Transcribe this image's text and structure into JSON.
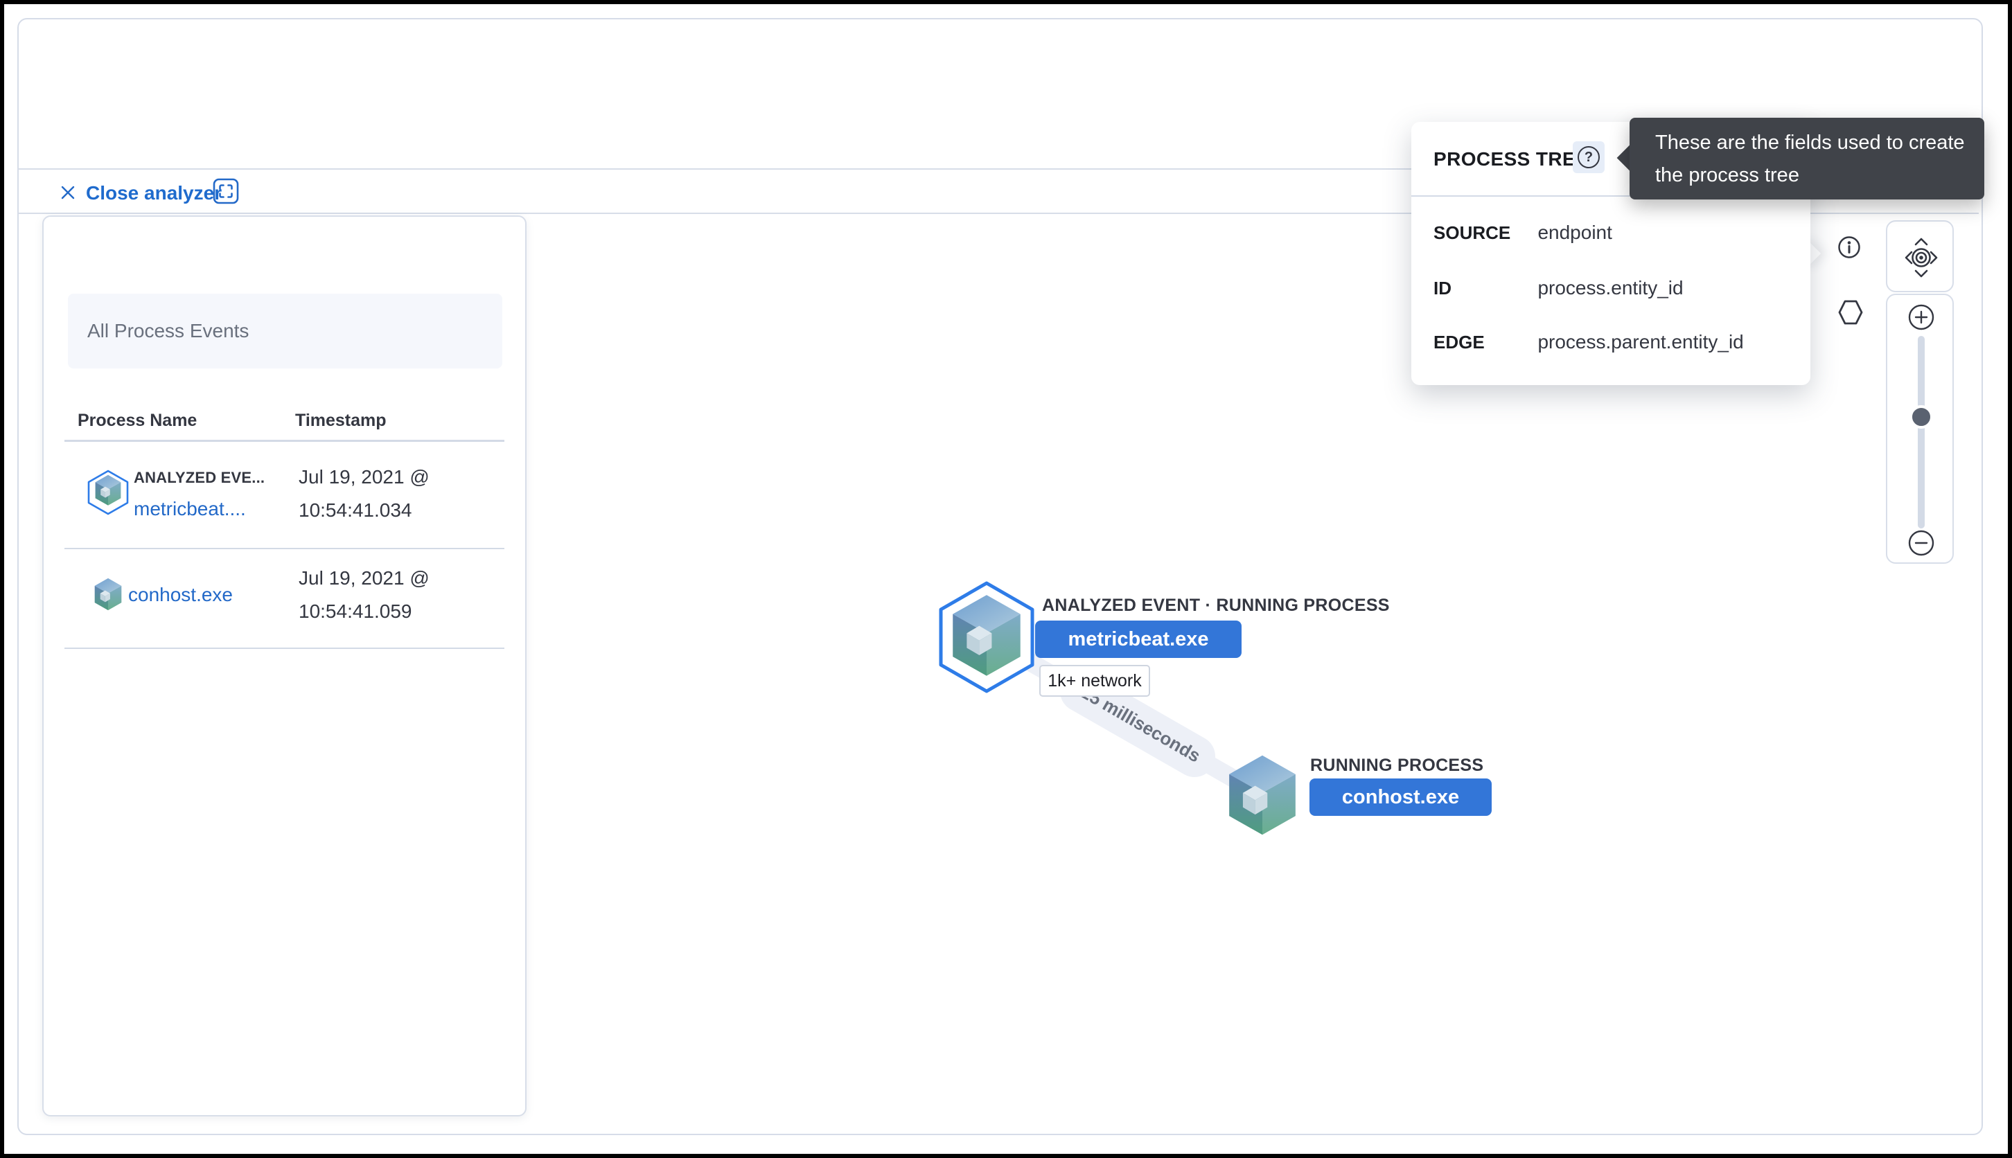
{
  "analyzer": {
    "close_label": "Close analyzer"
  },
  "icons": {
    "help_glyph": "?"
  },
  "panel": {
    "events_filter": "All Process Events",
    "table": {
      "columns": [
        "Process Name",
        "Timestamp"
      ],
      "rows": [
        {
          "badge": "ANALYZED EVE...",
          "name": "metricbeat....",
          "ts_line1": "Jul 19, 2021 @",
          "ts_line2": "10:54:41.034"
        },
        {
          "name": "conhost.exe",
          "ts_line1": "Jul 19, 2021 @",
          "ts_line2": "10:54:41.059"
        }
      ]
    }
  },
  "popover": {
    "title": "PROCESS TREE",
    "fields": [
      {
        "label": "SOURCE",
        "value": "endpoint"
      },
      {
        "label": "ID",
        "value": "process.entity_id"
      },
      {
        "label": "EDGE",
        "value": "process.parent.entity_id"
      }
    ]
  },
  "tooltip": {
    "line1": "These are the fields used to create",
    "line2": "the process tree"
  },
  "graph": {
    "edge_label": "25 milliseconds",
    "nodes": [
      {
        "label": "ANALYZED EVENT · RUNNING PROCESS",
        "button": "metricbeat.exe",
        "badge": "1k+ network"
      },
      {
        "label": "RUNNING PROCESS",
        "button": "conhost.exe"
      }
    ]
  },
  "colors": {
    "link_blue": "#2369c8",
    "node_button_blue": "#3376d8",
    "hexagon_stroke_blue": "#2e7ce8",
    "tooltip_bg": "#404349",
    "divider": "#d7dde8",
    "edge_band": "#edf0f7",
    "text_dark": "#343741",
    "text_gray": "#69707d"
  }
}
